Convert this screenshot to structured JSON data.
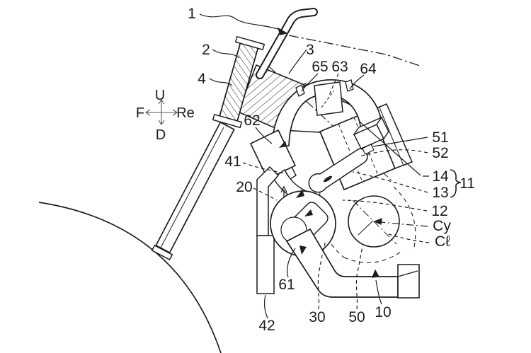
{
  "colors": {
    "background": "#ffffff",
    "ink": "#1c1c1c"
  },
  "compass": {
    "up": "U",
    "down": "D",
    "front": "F",
    "rear": "Re"
  },
  "reference_labels": {
    "n1": "1",
    "n2": "2",
    "n3": "3",
    "n4": "4",
    "n10": "10",
    "n11": "11",
    "n12": "12",
    "n13": "13",
    "n14": "14",
    "n20": "20",
    "n30": "30",
    "n41": "41",
    "n42": "42",
    "n50": "50",
    "n51": "51",
    "n52": "52",
    "n61": "61",
    "n62": "62",
    "n63": "63",
    "n64": "64",
    "n65": "65",
    "cy": "Cy",
    "cl": "Cℓ"
  }
}
